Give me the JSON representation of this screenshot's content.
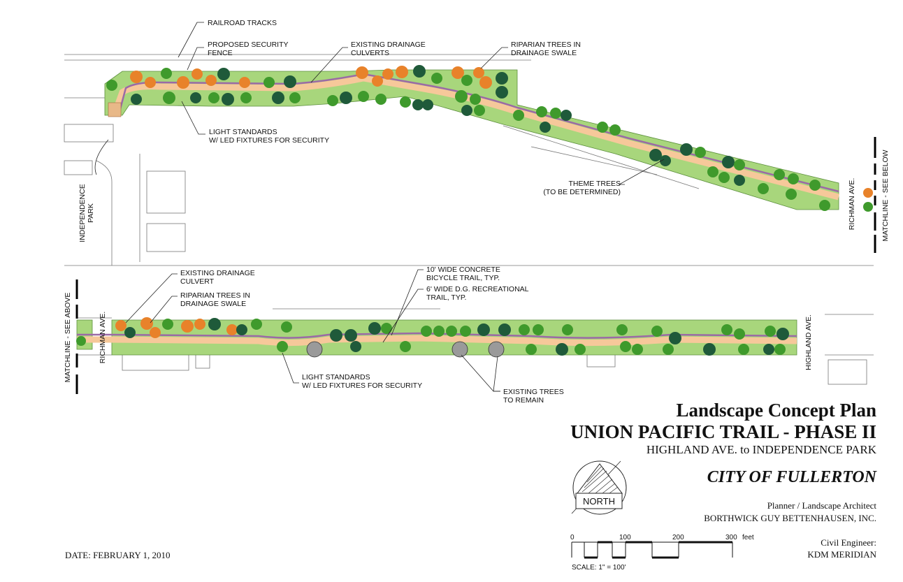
{
  "callouts": {
    "railroad_tracks": "RAILROAD TRACKS",
    "security_fence_1": "PROPOSED SECURITY",
    "security_fence_2": "FENCE",
    "drainage_culverts_1": "EXISTING DRAINAGE",
    "drainage_culverts_2": "CULVERTS",
    "riparian_top_1": "RIPARIAN TREES IN",
    "riparian_top_2": "DRAINAGE SWALE",
    "light_top_1": "LIGHT STANDARDS",
    "light_top_2": "W/ LED FIXTURES FOR SECURITY",
    "theme_trees_1": "THEME TREES",
    "theme_trees_2": "(TO BE DETERMINED)",
    "drainage_culvert_1": "EXISTING DRAINAGE",
    "drainage_culvert_2": "CULVERT",
    "riparian_bottom_1": "RIPARIAN TREES IN",
    "riparian_bottom_2": "DRAINAGE SWALE",
    "concrete_trail_1": "10' WIDE CONCRETE",
    "concrete_trail_2": "BICYCLE TRAIL, TYP.",
    "dg_trail_1": "6' WIDE D.G. RECREATIONAL",
    "dg_trail_2": "TRAIL, TYP.",
    "light_bottom_1": "LIGHT STANDARDS",
    "light_bottom_2": "W/ LED FIXTURES FOR SECURITY",
    "existing_trees_1": "EXISTING TREES",
    "existing_trees_2": "TO REMAIN"
  },
  "street_labels": {
    "independence_park_1": "INDEPENDENCE",
    "independence_park_2": "PARK",
    "richman_top": "RICHMAN AVE.",
    "matchline_below": "MATCHLINE - SEE BELOW",
    "matchline_above": "MATCHLINE - SEE ABOVE",
    "richman_bottom": "RICHMAN AVE.",
    "highland": "HIGHLAND AVE."
  },
  "title_block": {
    "line1": "Landscape Concept Plan",
    "line2": "UNION PACIFIC TRAIL - PHASE II",
    "line3": "HIGHLAND AVE. to INDEPENDENCE PARK",
    "city": "CITY OF FULLERTON",
    "planner_role": "Planner / Landscape Architect",
    "planner_name": "BORTHWICK GUY BETTENHAUSEN, INC.",
    "engineer_role": "Civil Engineer:",
    "engineer_name": "KDM MERIDIAN",
    "date": "DATE:  FEBRUARY 1, 2010"
  },
  "north_arrow": {
    "label": "NORTH"
  },
  "scale_bar": {
    "ticks": [
      "0",
      "100",
      "200",
      "300"
    ],
    "unit": "feet",
    "caption": "SCALE: 1\" = 100'"
  },
  "colors": {
    "turf": "#a8d67c",
    "dg_trail": "#f6c89a",
    "bike_trail": "#9b6aa6",
    "dark_tree": "#1f5a3a",
    "green_tree": "#3f9a2c",
    "riparian_tree": "#e8822a",
    "existing_tree": "#9a9a9a"
  }
}
